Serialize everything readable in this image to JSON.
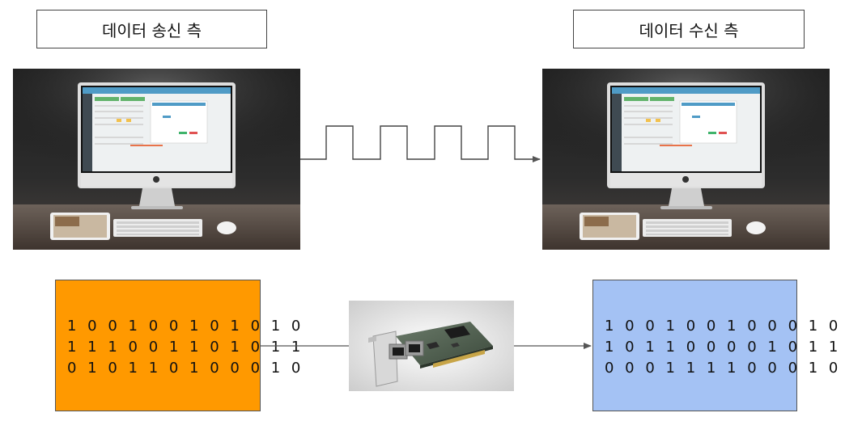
{
  "sender": {
    "label": "데이터 송신 측",
    "bits": [
      "1 0 0 1 0 0 1 0 1 0 1 0",
      "1 1 1 0 0 1 1 0 1 0 1 1",
      "0 1 0 1 1 0 1 0 0 0 1 0"
    ],
    "color": "#ff9900"
  },
  "receiver": {
    "label": "데이터 수신 측",
    "bits": [
      "1 0 0 1 0 0 1 0 0 0 1 0",
      "1 0 1 1 0 0 0 0 1 0 1 1",
      "0 0 0 1 1 1 1 0 0 0 1 0"
    ],
    "color": "#a4c2f4"
  },
  "icons": [
    "computer-desk-photo",
    "network-interface-card"
  ]
}
